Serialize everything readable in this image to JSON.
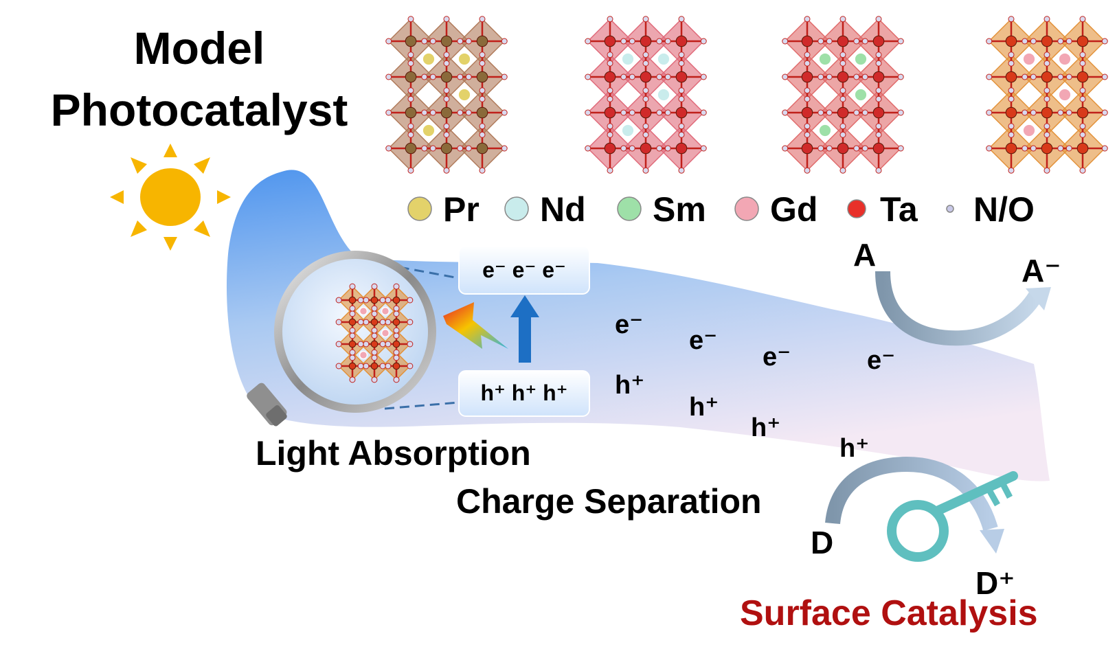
{
  "title": {
    "line1": "Model",
    "line2": "Photocatalyst"
  },
  "legend": [
    {
      "label": "Pr",
      "color": "#e3d26a"
    },
    {
      "label": "Nd",
      "color": "#c9ecec"
    },
    {
      "label": "Sm",
      "color": "#9ee0a8"
    },
    {
      "label": "Gd",
      "color": "#f2a7b4"
    },
    {
      "label": "Ta",
      "color": "#e8302a"
    },
    {
      "label": "N/O",
      "color": "#c9c9e8"
    }
  ],
  "crystal_structures": [
    {
      "name": "Pr",
      "octahedron_color": "#b07a5a",
      "a_site_color": "#e3d26a",
      "b_site_color": "#8a6a3a"
    },
    {
      "name": "Nd",
      "octahedron_color": "#e06a7a",
      "a_site_color": "#c9ecec",
      "b_site_color": "#d02a2a"
    },
    {
      "name": "Sm",
      "octahedron_color": "#e06a6a",
      "a_site_color": "#9ee0a8",
      "b_site_color": "#d02a2a"
    },
    {
      "name": "Gd",
      "octahedron_color": "#e3923a",
      "a_site_color": "#f2a7b4",
      "b_site_color": "#d83a1a"
    }
  ],
  "labels": {
    "light_absorption": "Light Absorption",
    "charge_separation": "Charge Separation",
    "surface_catalysis": "Surface Catalysis"
  },
  "band": {
    "conduction": "e⁻ e⁻ e⁻",
    "valence": "h⁺ h⁺ h⁺"
  },
  "carriers": {
    "electron": "e⁻",
    "hole": "h⁺"
  },
  "reactions": {
    "acceptor": "A",
    "acceptor_product": "A⁻",
    "donor": "D",
    "donor_product": "D⁺"
  },
  "colors": {
    "title": "#000000",
    "surface_catalysis": "#b01010",
    "sun": "#f7b500",
    "band_arrow": "#1d6fc4",
    "key": "#5fbfbf",
    "reaction_arrow": "#8fb0cf"
  }
}
